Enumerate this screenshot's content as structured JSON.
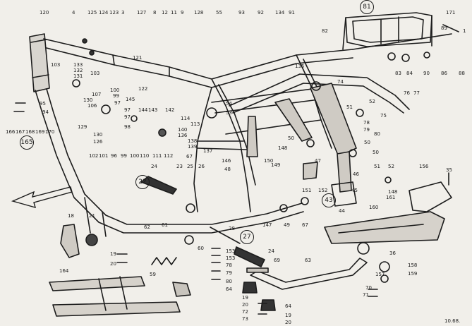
{
  "diagram": {
    "part_numbers": {
      "l120": "120",
      "l4": "4",
      "l125": "125",
      "l124": "124",
      "l123": "123",
      "l3": "3",
      "l127": "127",
      "l8": "8",
      "l12": "12",
      "l11": "11",
      "l9": "9",
      "l128": "128",
      "l55": "55",
      "l93": "93",
      "l92": "92",
      "l134": "134",
      "l91": "91",
      "l171": "171",
      "l82": "82",
      "l89": "89",
      "l1": "1",
      "l121": "121",
      "l107": "107",
      "l130": "130",
      "l122": "122",
      "l135": "135",
      "l103a": "103",
      "l133": "133",
      "l132": "132",
      "l131": "131",
      "l103b": "103",
      "l83": "83",
      "l84": "84",
      "l90": "90",
      "l86": "86",
      "l88": "88",
      "l100": "100",
      "l99": "99",
      "l106": "106",
      "l97a": "97",
      "l97b": "97",
      "l97c": "97",
      "l145": "145",
      "l95": "95",
      "l94": "94",
      "l142": "142",
      "l98": "98",
      "l166": "166",
      "l167": "167",
      "l168": "168",
      "l169": "169",
      "l170": "170",
      "l129": "129",
      "l130b": "130",
      "l126": "126",
      "l144": "144",
      "l143": "143",
      "l114": "114",
      "l113": "113",
      "l74": "74",
      "l52a": "52",
      "l76": "76",
      "l77": "77",
      "l51a": "51",
      "l75": "75",
      "l54": "54",
      "l53": "53",
      "l78": "78",
      "l79": "79",
      "l80": "80",
      "l50a": "50",
      "l50b": "50",
      "l50c": "50",
      "l102": "102",
      "l101": "101",
      "l96": "96",
      "l99b": "99",
      "l100b": "100",
      "l110": "110",
      "l111": "111",
      "l112": "112",
      "l140": "140",
      "l136": "136",
      "l138": "138",
      "l139": "139",
      "l67a": "67",
      "l137": "137",
      "l148a": "148",
      "l149": "149",
      "l146": "146",
      "l150": "150",
      "l47": "47",
      "l46": "46",
      "l48": "48",
      "l51b": "51",
      "l52b": "52",
      "l24a": "24",
      "l23": "23",
      "l25": "25",
      "l26": "26",
      "l156": "156",
      "l35": "35",
      "l151": "151",
      "l152": "152",
      "l45": "45",
      "l148b": "148",
      "l161": "161",
      "l160": "160",
      "l44": "44",
      "l18": "18",
      "l21": "21",
      "l62": "62",
      "l61": "61",
      "l147": "147",
      "l49": "49",
      "l67b": "67",
      "l28": "28",
      "l60": "60",
      "l153a": "153",
      "l153b": "153",
      "l24b": "24",
      "l78b": "78",
      "l79b": "79",
      "l80b": "80",
      "l64a": "64",
      "l19a": "19",
      "l20a": "20",
      "l59": "59",
      "l69": "69",
      "l63": "63",
      "l36": "36",
      "l158": "158",
      "l157": "157",
      "l159": "159",
      "l164": "164",
      "l19b": "19",
      "l20b": "20",
      "l72": "72",
      "l73": "73",
      "l64b": "64",
      "l19c": "19",
      "l20c": "20",
      "l70": "70",
      "l71": "71"
    },
    "callouts": {
      "c81": "81",
      "c165": "165",
      "c22": "22",
      "c43": "43",
      "c27": "27"
    },
    "footer_mark": "10.68."
  }
}
